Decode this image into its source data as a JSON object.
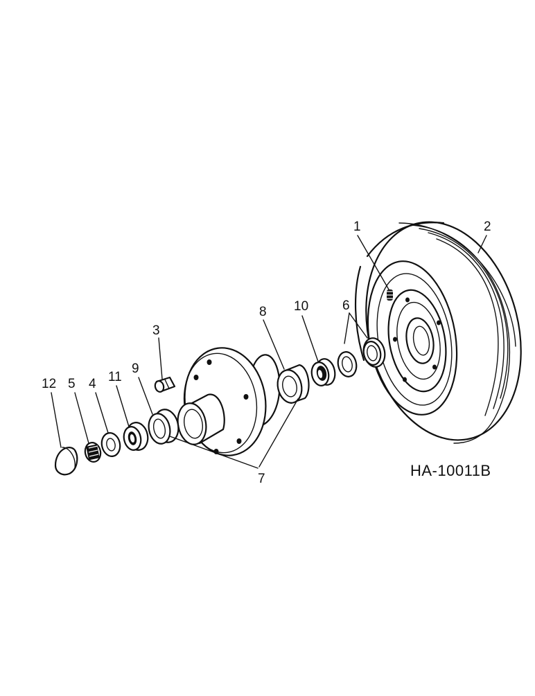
{
  "drawing_code": "HA-10011B",
  "callouts": {
    "c1": "1",
    "c2": "2",
    "c3": "3",
    "c4": "4",
    "c5": "5",
    "c6": "6",
    "c7": "7",
    "c8": "8",
    "c9": "9",
    "c10": "10",
    "c11": "11",
    "c12": "12"
  }
}
